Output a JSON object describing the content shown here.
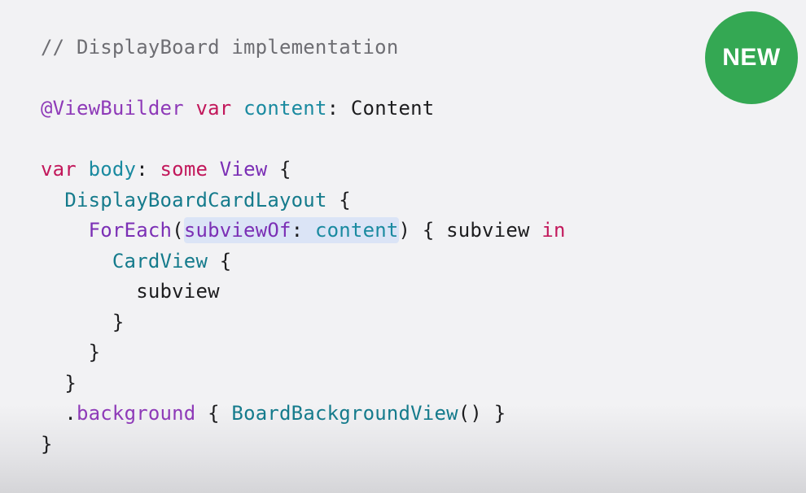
{
  "badge": {
    "label": "NEW",
    "color": "#34a853"
  },
  "code": {
    "comment": "// DisplayBoard implementation",
    "l2_attr": "@ViewBuilder",
    "l2_kw": "var",
    "l2_name": "content",
    "l2_colon": ": Content",
    "l4_kw": "var",
    "l4_name": "body",
    "l4_colon": ": ",
    "l4_some": "some",
    "l4_view": "View",
    "l4_brace": " {",
    "l5_type": "DisplayBoardCardLayout",
    "l5_brace": " {",
    "l6_fn": "ForEach",
    "l6_paren": "(",
    "l6_label": "subviewOf",
    "l6_colon": ": ",
    "l6_arg": "content",
    "l6_rest": ") { subview ",
    "l6_in": "in",
    "l7_type": "CardView",
    "l7_brace": " {",
    "l8_text": "subview",
    "l9_text": "}",
    "l10_text": "}",
    "l11_text": "}",
    "l12_dot": ".",
    "l12_mod": "background",
    "l12_open": " { ",
    "l12_type": "BoardBackgroundView",
    "l12_close": "() }",
    "l13_text": "}"
  }
}
